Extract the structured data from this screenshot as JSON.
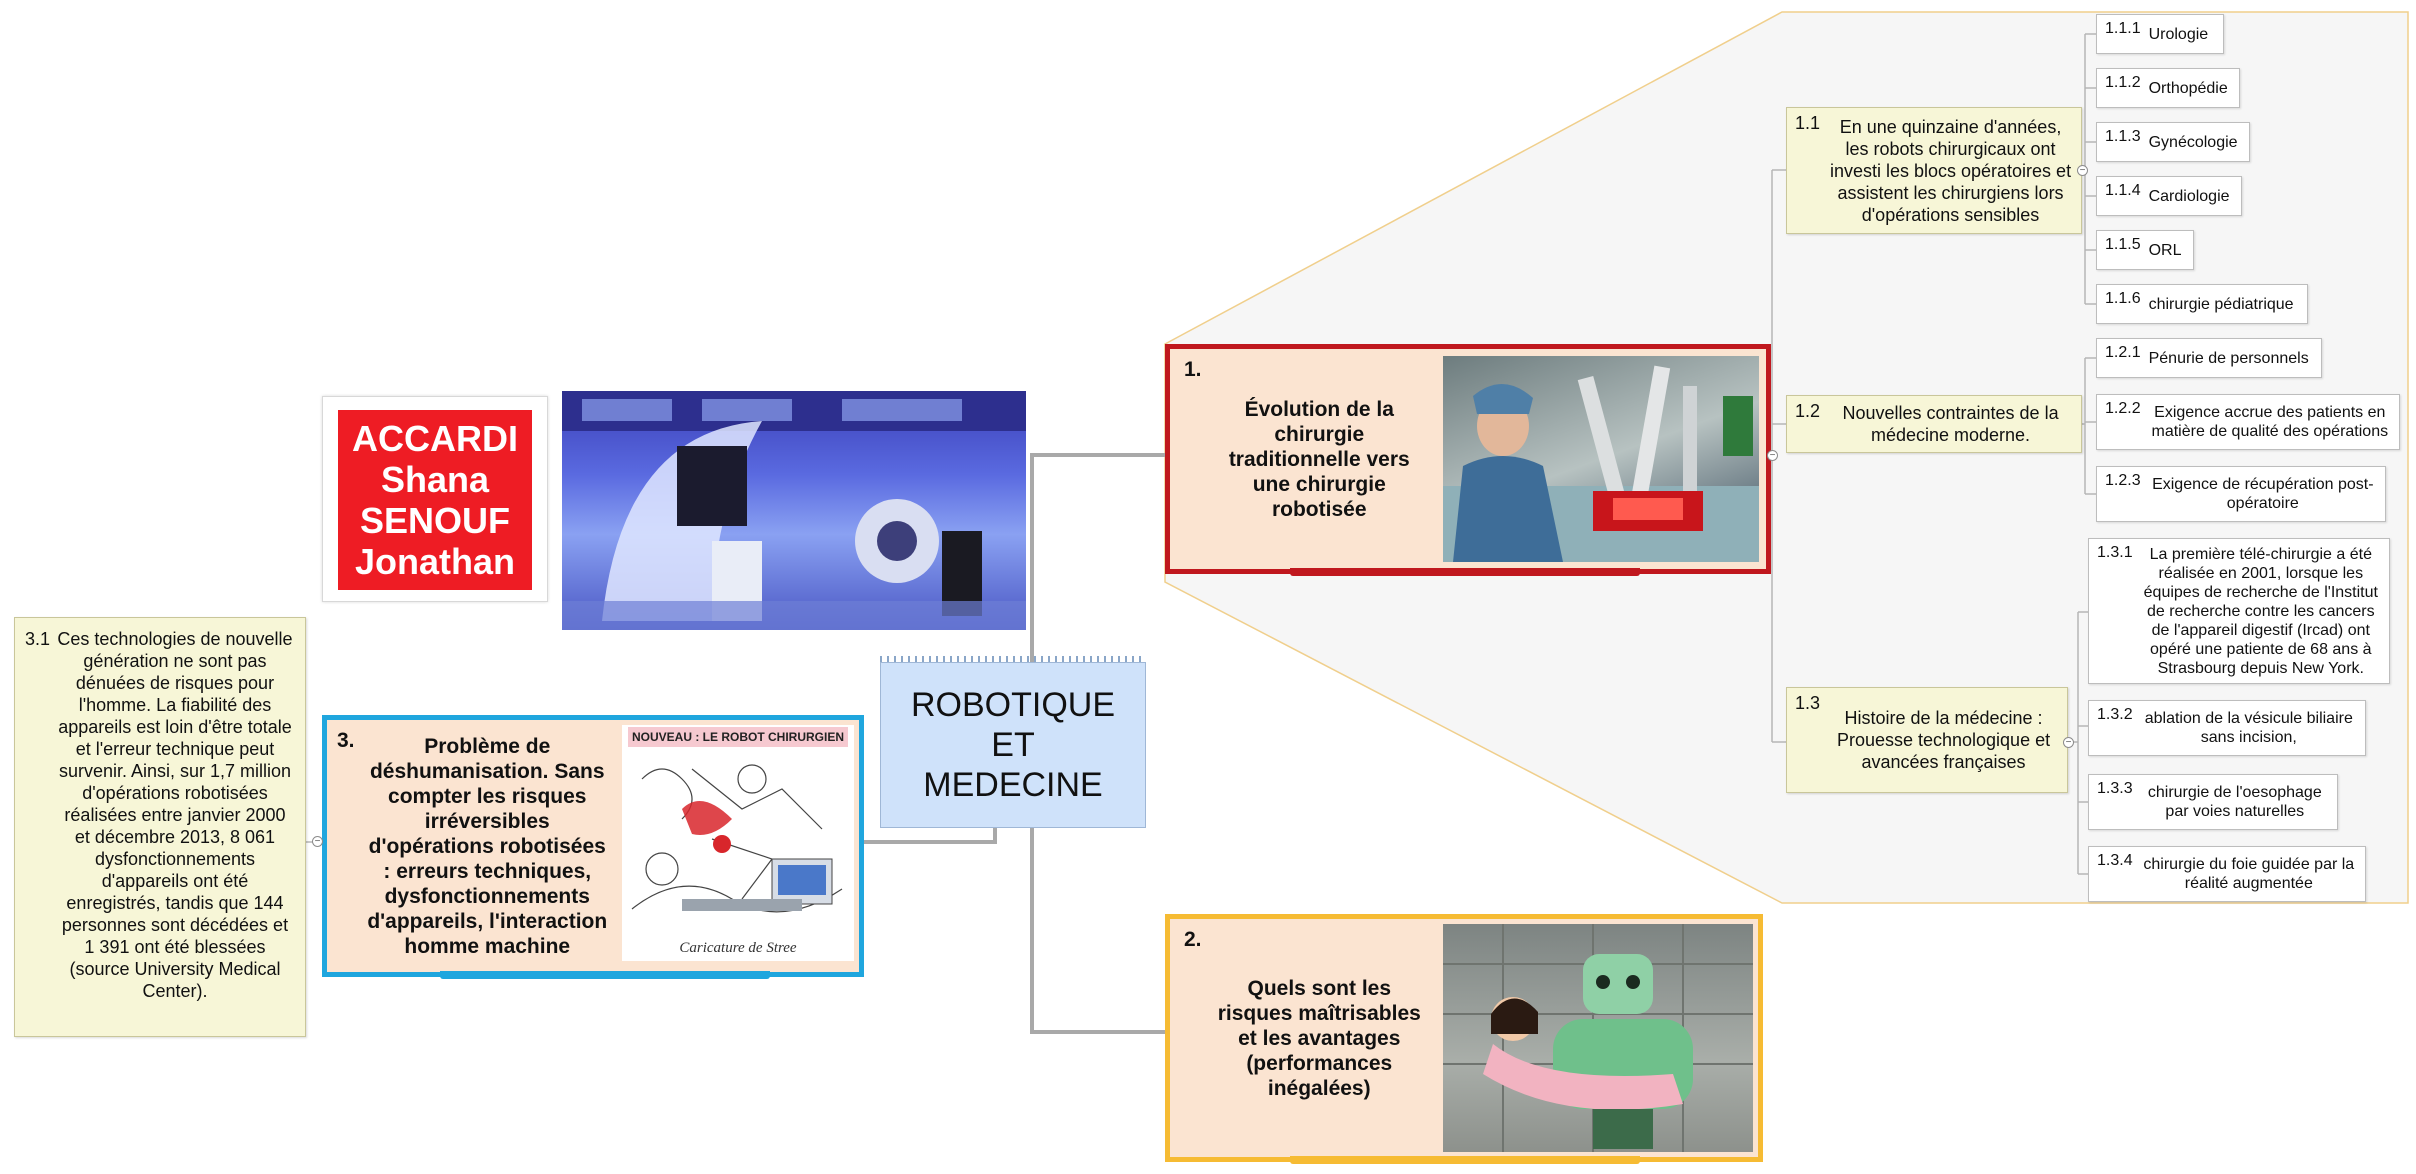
{
  "central": {
    "lines": [
      "ROBOTIQUE",
      "ET",
      "MEDECINE"
    ]
  },
  "names": {
    "lines": [
      "ACCARDI",
      "Shana",
      "SENOUF",
      "Jonathan"
    ]
  },
  "colors": {
    "topic1": "#c0181e",
    "topic2": "#f6bb33",
    "topic3": "#1fa6de",
    "central": "#cfe2fa",
    "names": "#ee1c24"
  },
  "topic1": {
    "num": "1.",
    "label": "Évolution de la chirurgie traditionnelle vers une chirurgie robotisée"
  },
  "topic2": {
    "num": "2.",
    "label": "Quels sont les risques maîtrisables et les avantages (performances inégalées)"
  },
  "topic3": {
    "num": "3.",
    "label": "Problème de déshumanisation. Sans compter les risques irréversibles d'opérations robotisées : erreurs techniques, dysfonctionnements d'appareils, l'interaction homme machine"
  },
  "cartoon": {
    "header": "NOUVEAU : LE ROBOT CHIRURGIEN",
    "caption": "Caricature de Stree"
  },
  "subtopics": [
    {
      "num": "1.1",
      "label": "En une quinzaine d'années, les robots chirurgicaux ont investi les blocs opératoires et assistent les chirurgiens lors d'opérations sensibles"
    },
    {
      "num": "1.2",
      "label": "Nouvelles contraintes de la médecine moderne."
    },
    {
      "num": "1.3",
      "label": "Histoire de la médecine : Prouesse technologique et avancées françaises"
    }
  ],
  "leaves_1_1": [
    {
      "num": "1.1.1",
      "label": "Urologie"
    },
    {
      "num": "1.1.2",
      "label": "Orthopédie"
    },
    {
      "num": "1.1.3",
      "label": "Gynécologie"
    },
    {
      "num": "1.1.4",
      "label": "Cardiologie"
    },
    {
      "num": "1.1.5",
      "label": "ORL"
    },
    {
      "num": "1.1.6",
      "label": "chirurgie pédiatrique"
    }
  ],
  "leaves_1_2": [
    {
      "num": "1.2.1",
      "label": "Pénurie de personnels"
    },
    {
      "num": "1.2.2",
      "label": "Exigence accrue des patients en matière de qualité des opérations"
    },
    {
      "num": "1.2.3",
      "label": "Exigence de récupération post-opératoire"
    }
  ],
  "leaves_1_3": [
    {
      "num": "1.3.1",
      "label": "La première télé-chirurgie a été réalisée en 2001, lorsque les équipes de recherche de l'Institut de recherche contre les cancers de l'appareil digestif (Ircad) ont opéré une patiente de 68 ans à Strasbourg depuis New York."
    },
    {
      "num": "1.3.2",
      "label": "ablation de la vésicule biliaire sans incision,"
    },
    {
      "num": "1.3.3",
      "label": "chirurgie de l'oesophage par voies naturelles"
    },
    {
      "num": "1.3.4",
      "label": "chirurgie du foie guidée par la réalité augmentée"
    }
  ],
  "note_3_1": {
    "num": "3.1",
    "label": "Ces technologies de nouvelle génération ne sont pas dénuées de risques pour l'homme. La fiabilité des appareils est loin d'être totale et l'erreur technique peut survenir. Ainsi, sur 1,7 million d'opérations robotisées réalisées entre janvier 2000 et décembre 2013, 8 061 dysfonctionnements d'appareils ont été enregistrés, tandis que 144 personnes sont décédées  et 1 391 ont été blessées (source University Medical Center)."
  }
}
